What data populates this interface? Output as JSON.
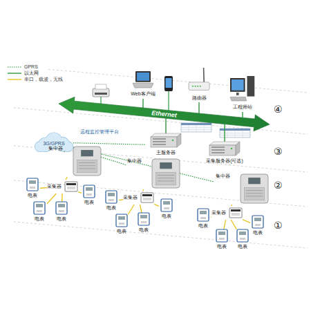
{
  "diagram": {
    "nodes": [
      {
        "text": [
          "Ethernet"
        ]
      },
      {
        "text": [
          "Web客户端"
        ]
      },
      {
        "text": [
          "路由器"
        ]
      },
      {
        "text": [
          "工程师站"
        ]
      },
      {
        "text": [
          "3G/GPRS"
        ]
      },
      {
        "text": [
          "主服务器"
        ]
      },
      {
        "text": [
          "采集服务器(可选)"
        ]
      },
      {
        "text": [
          "集中器"
        ]
      },
      {
        "text": [
          "采集器"
        ]
      },
      {
        "text": [
          "电表"
        ]
      },
      {
        "text": [
          "电表"
        ]
      },
      {
        "text": [
          "电表"
        ]
      },
      {
        "text": [
          "电表"
        ]
      },
      {
        "text": [
          "集中器"
        ]
      },
      {
        "text": [
          "采集器"
        ]
      },
      {
        "text": [
          "电表"
        ]
      },
      {
        "text": [
          "电表"
        ]
      },
      {
        "text": [
          "电表"
        ]
      },
      {
        "text": [
          "电表"
        ]
      },
      {
        "text": [
          "集中器"
        ]
      },
      {
        "text": [
          "采集器"
        ]
      },
      {
        "text": [
          "电表"
        ]
      },
      {
        "text": [
          "电表"
        ]
      },
      {
        "text": [
          "电表"
        ]
      },
      {
        "text": [
          "电表"
        ]
      }
    ],
    "edges": [
      {
        "from": 1,
        "to": 0,
        "arrow": "none"
      },
      {
        "from": 2,
        "to": 0,
        "arrow": "none"
      },
      {
        "from": 3,
        "to": 0,
        "arrow": "none"
      },
      {
        "from": 5,
        "to": 0,
        "arrow": "none"
      },
      {
        "from": 6,
        "to": 0,
        "arrow": "none"
      },
      {
        "from": 4,
        "to": 5,
        "arrow": "none"
      },
      {
        "from": 4,
        "to": 7,
        "arrow": "none"
      },
      {
        "from": 4,
        "to": 13,
        "arrow": "none"
      },
      {
        "from": 4,
        "to": 19,
        "arrow": "none"
      },
      {
        "from": 7,
        "to": 8,
        "arrow": "none"
      },
      {
        "from": 8,
        "to": 9,
        "arrow": "none"
      },
      {
        "from": 8,
        "to": 10,
        "arrow": "none"
      },
      {
        "from": 8,
        "to": 11,
        "arrow": "none"
      },
      {
        "from": 8,
        "to": 12,
        "arrow": "none"
      },
      {
        "from": 13,
        "to": 14,
        "arrow": "none"
      },
      {
        "from": 14,
        "to": 15,
        "arrow": "none"
      },
      {
        "from": 14,
        "to": 16,
        "arrow": "none"
      },
      {
        "from": 14,
        "to": 17,
        "arrow": "none"
      },
      {
        "from": 14,
        "to": 18,
        "arrow": "none"
      },
      {
        "from": 19,
        "to": 20,
        "arrow": "none"
      },
      {
        "from": 20,
        "to": 21,
        "arrow": "none"
      },
      {
        "from": 20,
        "to": 22,
        "arrow": "none"
      },
      {
        "from": 20,
        "to": 23,
        "arrow": "none"
      },
      {
        "from": 20,
        "to": 24,
        "arrow": "none"
      }
    ],
    "labels": [
      "远程监控管理平台",
      "④",
      "③",
      "②",
      "①"
    ],
    "legend": [
      {
        "text": "GPRS"
      },
      {
        "text": "以太网"
      },
      {
        "text": "串口，载波，无线"
      }
    ]
  }
}
